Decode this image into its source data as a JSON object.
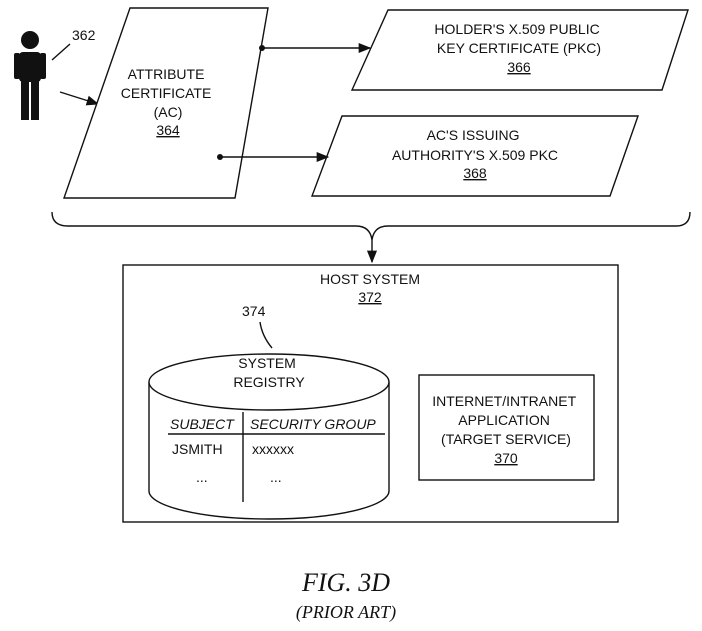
{
  "person": {
    "ref": "362"
  },
  "attribute_certificate": {
    "lines": [
      "ATTRIBUTE",
      "CERTIFICATE",
      "(AC)"
    ],
    "ref": "364"
  },
  "holder_pkc": {
    "lines": [
      "HOLDER'S X.509 PUBLIC",
      "KEY CERTIFICATE (PKC)"
    ],
    "ref": "366"
  },
  "issuer_pkc": {
    "lines": [
      "AC'S ISSUING",
      "AUTHORITY'S X.509 PKC"
    ],
    "ref": "368"
  },
  "host_system": {
    "title": "HOST SYSTEM",
    "ref": "372"
  },
  "registry": {
    "ref": "374",
    "title_lines": [
      "SYSTEM",
      "REGISTRY"
    ],
    "columns": [
      "SUBJECT",
      "SECURITY GROUP"
    ],
    "rows": [
      [
        "JSMITH",
        "xxxxxx"
      ],
      [
        "...",
        "..."
      ]
    ]
  },
  "application": {
    "lines": [
      "INTERNET/INTRANET",
      "APPLICATION",
      "(TARGET SERVICE)"
    ],
    "ref": "370"
  },
  "caption": {
    "figure": "FIG. 3D",
    "note": "(PRIOR ART)"
  }
}
